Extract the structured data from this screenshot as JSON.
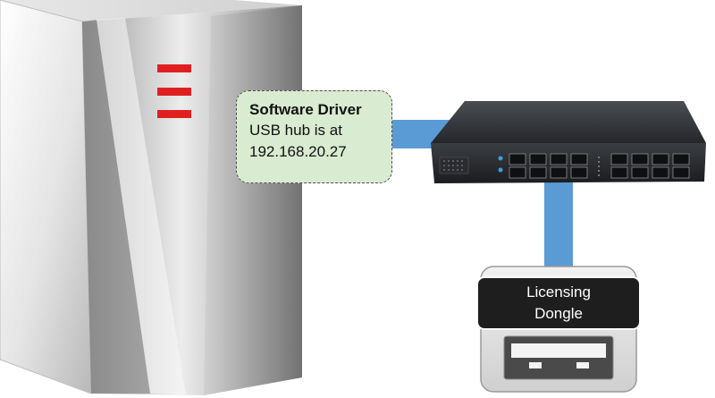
{
  "callout": {
    "title": "Software Driver",
    "line1": "USB hub is at",
    "line2": "192.168.20.27"
  },
  "dongle": {
    "line1": "Licensing",
    "line2": "Dongle"
  },
  "colors": {
    "connector": "#5b9bd5",
    "callout_fill": "#d9ebd0",
    "server_led": "#e02020",
    "switch_body": "#2b2e33",
    "dongle_label_bg": "#1e1e1e"
  },
  "icons": {
    "server": "server-tower-icon",
    "switch": "network-switch-icon",
    "dongle": "usb-dongle-icon"
  }
}
